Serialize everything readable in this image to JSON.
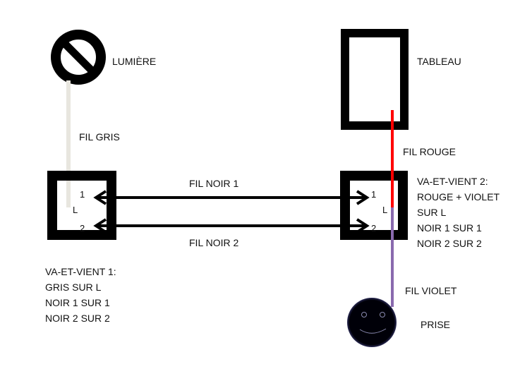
{
  "title": "Schéma va-et-vient",
  "components": {
    "lumiere": {
      "label": "LUMIÈRE",
      "icon": "no-entry-lamp-icon"
    },
    "tableau": {
      "label": "TABLEAU"
    },
    "prise": {
      "label": "PRISE",
      "icon": "smiley-outlet-icon"
    },
    "switch1": {
      "terminals": {
        "t1": "1",
        "t2": "2",
        "l": "L"
      },
      "notes": [
        "VA-ET-VIENT 1:",
        "GRIS SUR L",
        "NOIR 1 SUR 1",
        "NOIR 2 SUR 2"
      ]
    },
    "switch2": {
      "terminals": {
        "t1": "1",
        "t2": "2",
        "l": "L"
      },
      "notes": [
        "VA-ET-VIENT 2:",
        "ROUGE + VIOLET",
        "SUR L",
        "NOIR 1 SUR 1",
        "NOIR 2 SUR 2"
      ]
    }
  },
  "wires": {
    "gris": {
      "label": "FIL GRIS",
      "color": "#e8e6df"
    },
    "noir1": {
      "label": "FIL NOIR 1",
      "color": "#000000"
    },
    "noir2": {
      "label": "FIL NOIR 2",
      "color": "#000000"
    },
    "rouge": {
      "label": "FIL ROUGE",
      "color": "#ff0000"
    },
    "violet": {
      "label": "FIL VIOLET",
      "color": "#8a6aae"
    }
  }
}
